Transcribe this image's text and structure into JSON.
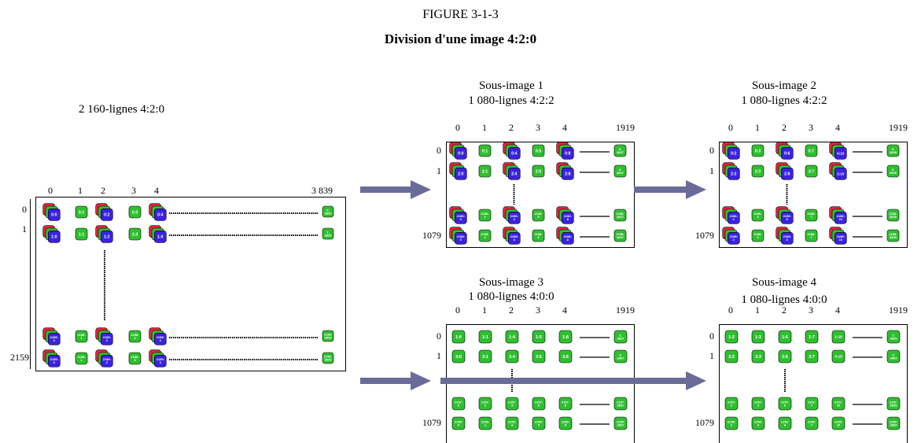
{
  "figure": {
    "label": "FIGURE 3-1-3",
    "title": "Division d'une image 4:2:0"
  },
  "colors": {
    "red": "#e0243a",
    "green": "#2fbf2f",
    "blue": "#3a22e0",
    "arrow": "#6b6b9a",
    "frame": "#000000"
  },
  "icons": {
    "pixel": "rounded-square-sample",
    "arrow": "right-arrow"
  },
  "source": {
    "label": "2 160-lignes 4:2:0",
    "col_ticks": [
      "0",
      "1",
      "2",
      "3",
      "4",
      "3 839"
    ],
    "row_ticks": [
      "0",
      "1",
      "2159"
    ],
    "rows": [
      [
        "0:0",
        "0:1",
        "0:2",
        "0:3",
        "0:4",
        "0:\n3839"
      ],
      [
        "1:0",
        "1:1",
        "1:2",
        "1:3",
        "1:4",
        "1:\n3839"
      ],
      [
        "2158:\n0",
        "2158:\n1",
        "2158:\n2",
        "2158:\n3",
        "2158:\n4",
        "2158:\n3839"
      ],
      [
        "2159:\n0",
        "2159:\n1",
        "2159:\n2",
        "2159:\n3",
        "2159:\n4",
        "2159:\n3839"
      ]
    ]
  },
  "subimages": [
    {
      "title": "Sous-image 1",
      "subtitle": "1 080-lignes 4:2:2",
      "col_ticks": [
        "0",
        "1",
        "2",
        "3",
        "4",
        "1919"
      ],
      "row_ticks": [
        "0",
        "1",
        "1079"
      ],
      "rows": [
        [
          "0:0",
          "0:1",
          "0:4",
          "0:5",
          "0:8",
          "0:\n3837"
        ],
        [
          "2:0",
          "2:1",
          "2:4",
          "2:5",
          "2:8",
          "2:\n3837"
        ],
        [
          "2156:\n0",
          "2156:\n1",
          "2156:\n4",
          "2156:\n5",
          "2156:\n8",
          "2156:\n3837"
        ],
        [
          "2158:\n0",
          "2158:\n1",
          "2158:\n4",
          "2158:\n5",
          "2158:\n8",
          "2158:\n3837"
        ]
      ]
    },
    {
      "title": "Sous-image 2",
      "subtitle": "1 080-lignes 4:2:2",
      "col_ticks": [
        "0",
        "1",
        "2",
        "3",
        "4",
        "1919"
      ],
      "row_ticks": [
        "0",
        "1",
        "1079"
      ],
      "rows": [
        [
          "0:2",
          "0:3",
          "0:6",
          "0:7",
          "0:10",
          "0:\n3839"
        ],
        [
          "2:2",
          "2:3",
          "2:6",
          "2:7",
          "2:10",
          "2:\n3839"
        ],
        [
          "2156:\n2",
          "2156:\n3",
          "2156:\n6",
          "2156:\n7",
          "2156:\n10",
          "2156:\n3839"
        ],
        [
          "2158:\n2",
          "2158:\n3",
          "2158:\n6",
          "2158:\n7",
          "2158:\n10",
          "2158:\n3839"
        ]
      ]
    },
    {
      "title": "Sous-image 3",
      "subtitle": "1 080-lignes 4:0:0",
      "col_ticks": [
        "0",
        "1",
        "2",
        "3",
        "4",
        "1919"
      ],
      "row_ticks": [
        "0",
        "1",
        "1079"
      ],
      "rows": [
        [
          "1:0",
          "1:1",
          "1:4",
          "1:5",
          "1:8",
          "1:\n3837"
        ],
        [
          "3:0",
          "3:1",
          "3:4",
          "3:5",
          "3:8",
          "3:\n3837"
        ],
        [
          "2157:\n0",
          "2157:\n1",
          "2157:\n4",
          "2157:\n5",
          "2157:\n8",
          "2157:\n3837"
        ],
        [
          "2159:\n0",
          "2159:\n1",
          "2159:\n4",
          "2159:\n5",
          "2159:\n8",
          "2159:\n3837"
        ]
      ]
    },
    {
      "title": "Sous-image 4",
      "subtitle": "1 080-lignes 4:0:0",
      "col_ticks": [
        "0",
        "1",
        "2",
        "3",
        "4",
        "1919"
      ],
      "row_ticks": [
        "0",
        "1",
        "1079"
      ],
      "rows": [
        [
          "1:2",
          "1:3",
          "1:6",
          "1:7",
          "1:10",
          "1:\n3839"
        ],
        [
          "3:2",
          "3:3",
          "3:6",
          "3:7",
          "3:10",
          "3:\n3839"
        ],
        [
          "2157:\n2",
          "2157:\n3",
          "2157:\n6",
          "2157:\n7",
          "2157:\n10",
          "2157:\n3839"
        ],
        [
          "2159:\n2",
          "2159:\n3",
          "2159:\n6",
          "2159:\n7",
          "2159:\n10",
          "2159:\n3839"
        ]
      ]
    }
  ]
}
